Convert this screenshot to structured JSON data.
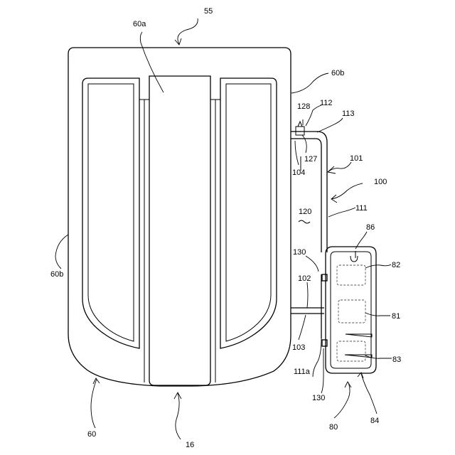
{
  "figure": {
    "labels": {
      "l55": "55",
      "l60a": "60a",
      "l60b_right": "60b",
      "l60b_left": "60b",
      "l60": "60",
      "l16": "16",
      "l128": "128",
      "l112": "112",
      "l113": "113",
      "l127": "127",
      "l104": "104",
      "l101": "101",
      "l100": "100",
      "l120": "120",
      "l111": "111",
      "l86": "86",
      "l130_top": "130",
      "l82": "82",
      "l102": "102",
      "l81": "81",
      "l103": "103",
      "l83": "83",
      "l111a": "111a",
      "l130_bottom": "130",
      "l80": "80",
      "l84": "84"
    }
  }
}
